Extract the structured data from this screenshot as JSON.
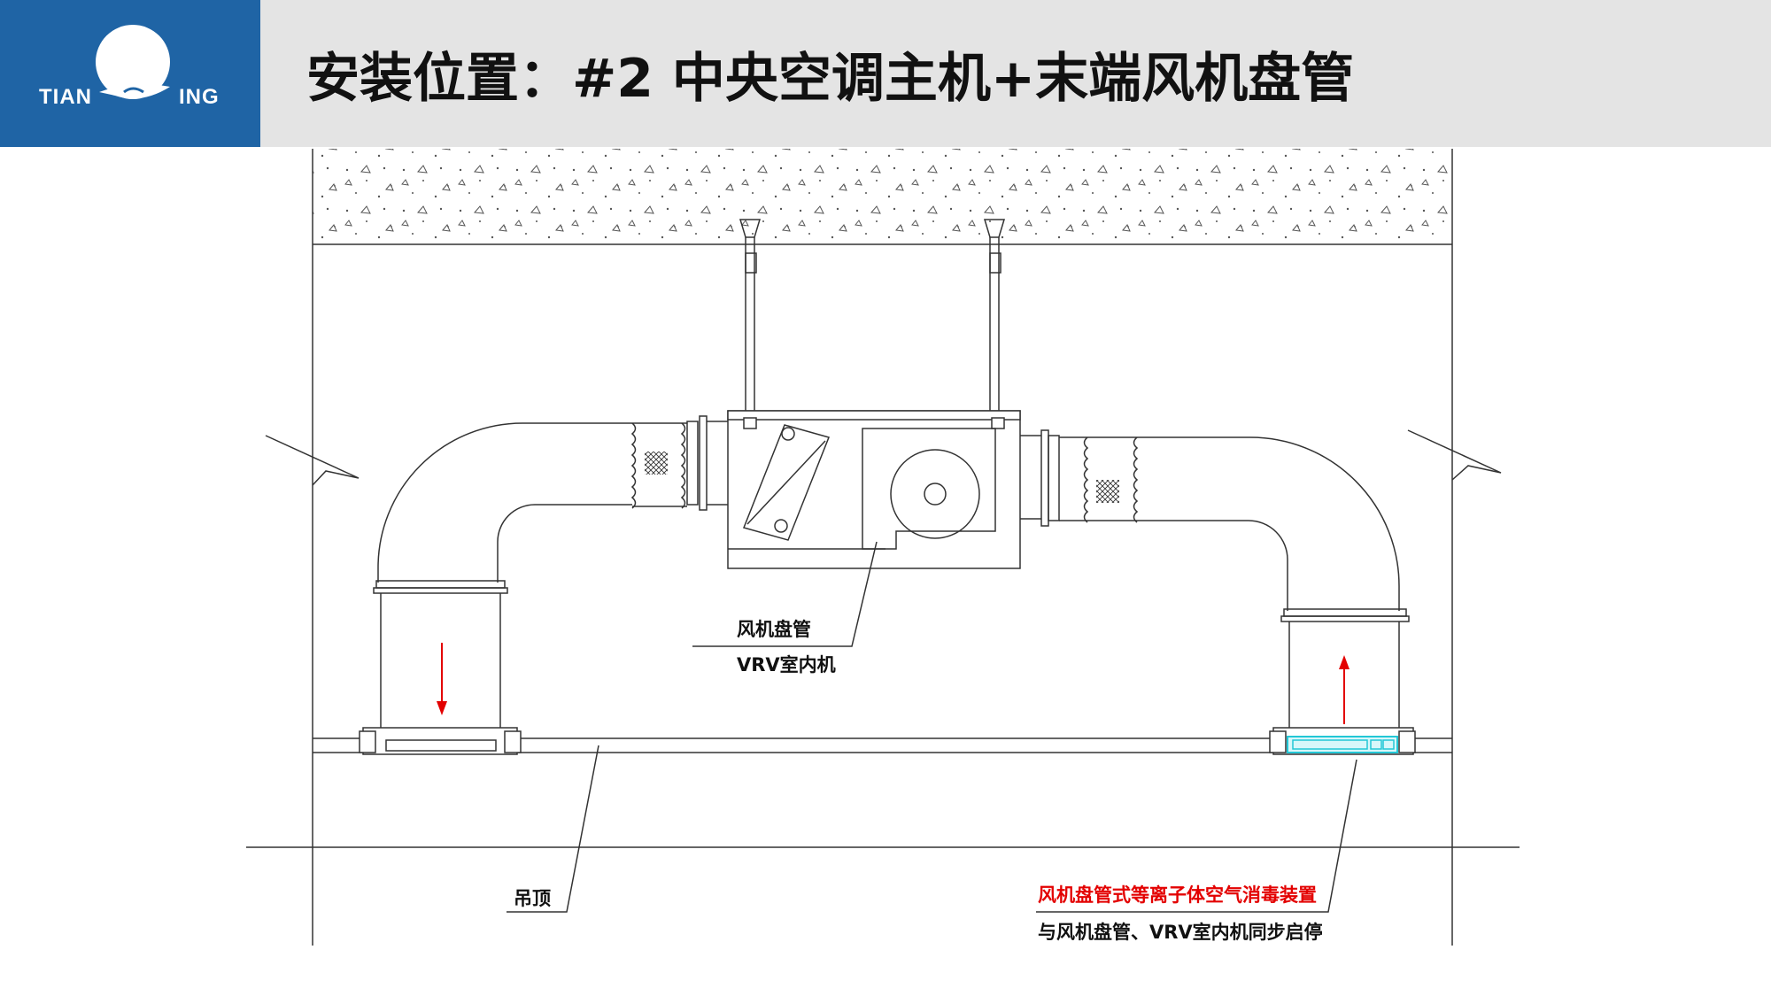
{
  "logo": {
    "left_text": "TIAN",
    "right_text": "ING",
    "color": "#1f64a5"
  },
  "title": "安装位置：#2 中央空调主机+末端风机盘管",
  "diagram": {
    "labels": {
      "fan_coil": "风机盘管",
      "vrv_indoor": "VRV室内机",
      "ceiling": "吊顶",
      "device_name": "风机盘管式等离子体空气消毒装置",
      "device_note": "与风机盘管、VRV室内机同步启停"
    },
    "colors": {
      "line": "#333333",
      "arrow": "#e30000",
      "device": "#22c7d6",
      "highlight": "#e30000"
    }
  }
}
